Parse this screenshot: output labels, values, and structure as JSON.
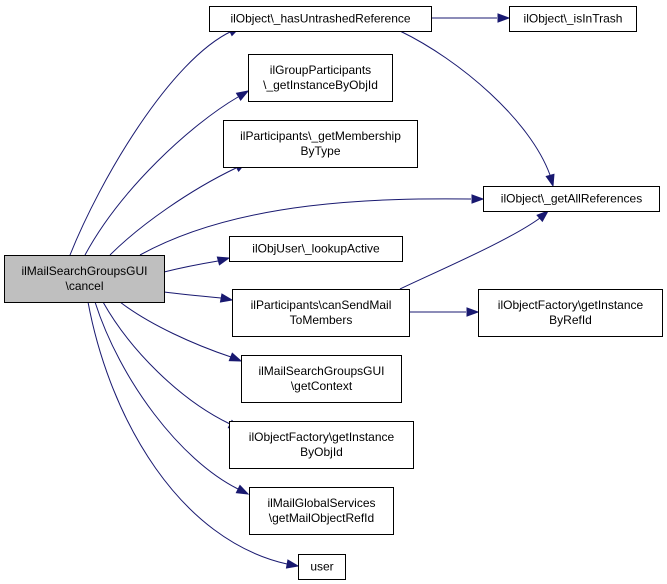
{
  "colors": {
    "edge": "#191970",
    "root_fill": "#bfbfbf",
    "node_fill": "#ffffff",
    "node_border": "#000000"
  },
  "nodes": [
    {
      "id": "cancel",
      "lines": [
        "ilMailSearchGroupsGUI",
        "\\cancel"
      ],
      "root": true
    },
    {
      "id": "hasUntrashed",
      "lines": [
        "ilObject\\_hasUntrashedReference"
      ]
    },
    {
      "id": "isInTrash",
      "lines": [
        "ilObject\\_isInTrash"
      ]
    },
    {
      "id": "grpInstance",
      "lines": [
        "ilGroupParticipants",
        "\\_getInstanceByObjId"
      ]
    },
    {
      "id": "membership",
      "lines": [
        "ilParticipants\\_getMembership",
        "ByType"
      ]
    },
    {
      "id": "allRefs",
      "lines": [
        "ilObject\\_getAllReferences"
      ]
    },
    {
      "id": "lookupActive",
      "lines": [
        "ilObjUser\\_lookupActive"
      ]
    },
    {
      "id": "canSendMail",
      "lines": [
        "ilParticipants\\canSendMail",
        "ToMembers"
      ]
    },
    {
      "id": "byRefId",
      "lines": [
        "ilObjectFactory\\getInstance",
        "ByRefId"
      ]
    },
    {
      "id": "getContext",
      "lines": [
        "ilMailSearchGroupsGUI",
        "\\getContext"
      ]
    },
    {
      "id": "byObjId",
      "lines": [
        "ilObjectFactory\\getInstance",
        "ByObjId"
      ]
    },
    {
      "id": "mailObjRef",
      "lines": [
        "ilMailGlobalServices",
        "\\getMailObjectRefId"
      ]
    },
    {
      "id": "user",
      "lines": [
        "user"
      ]
    }
  ],
  "edges": [
    {
      "from": "cancel",
      "to": "hasUntrashed"
    },
    {
      "from": "cancel",
      "to": "grpInstance"
    },
    {
      "from": "cancel",
      "to": "membership"
    },
    {
      "from": "cancel",
      "to": "allRefs"
    },
    {
      "from": "cancel",
      "to": "lookupActive"
    },
    {
      "from": "cancel",
      "to": "canSendMail"
    },
    {
      "from": "cancel",
      "to": "getContext"
    },
    {
      "from": "cancel",
      "to": "byObjId"
    },
    {
      "from": "cancel",
      "to": "mailObjRef"
    },
    {
      "from": "cancel",
      "to": "user"
    },
    {
      "from": "hasUntrashed",
      "to": "isInTrash"
    },
    {
      "from": "hasUntrashed",
      "to": "allRefs"
    },
    {
      "from": "canSendMail",
      "to": "allRefs"
    },
    {
      "from": "canSendMail",
      "to": "byRefId"
    }
  ]
}
